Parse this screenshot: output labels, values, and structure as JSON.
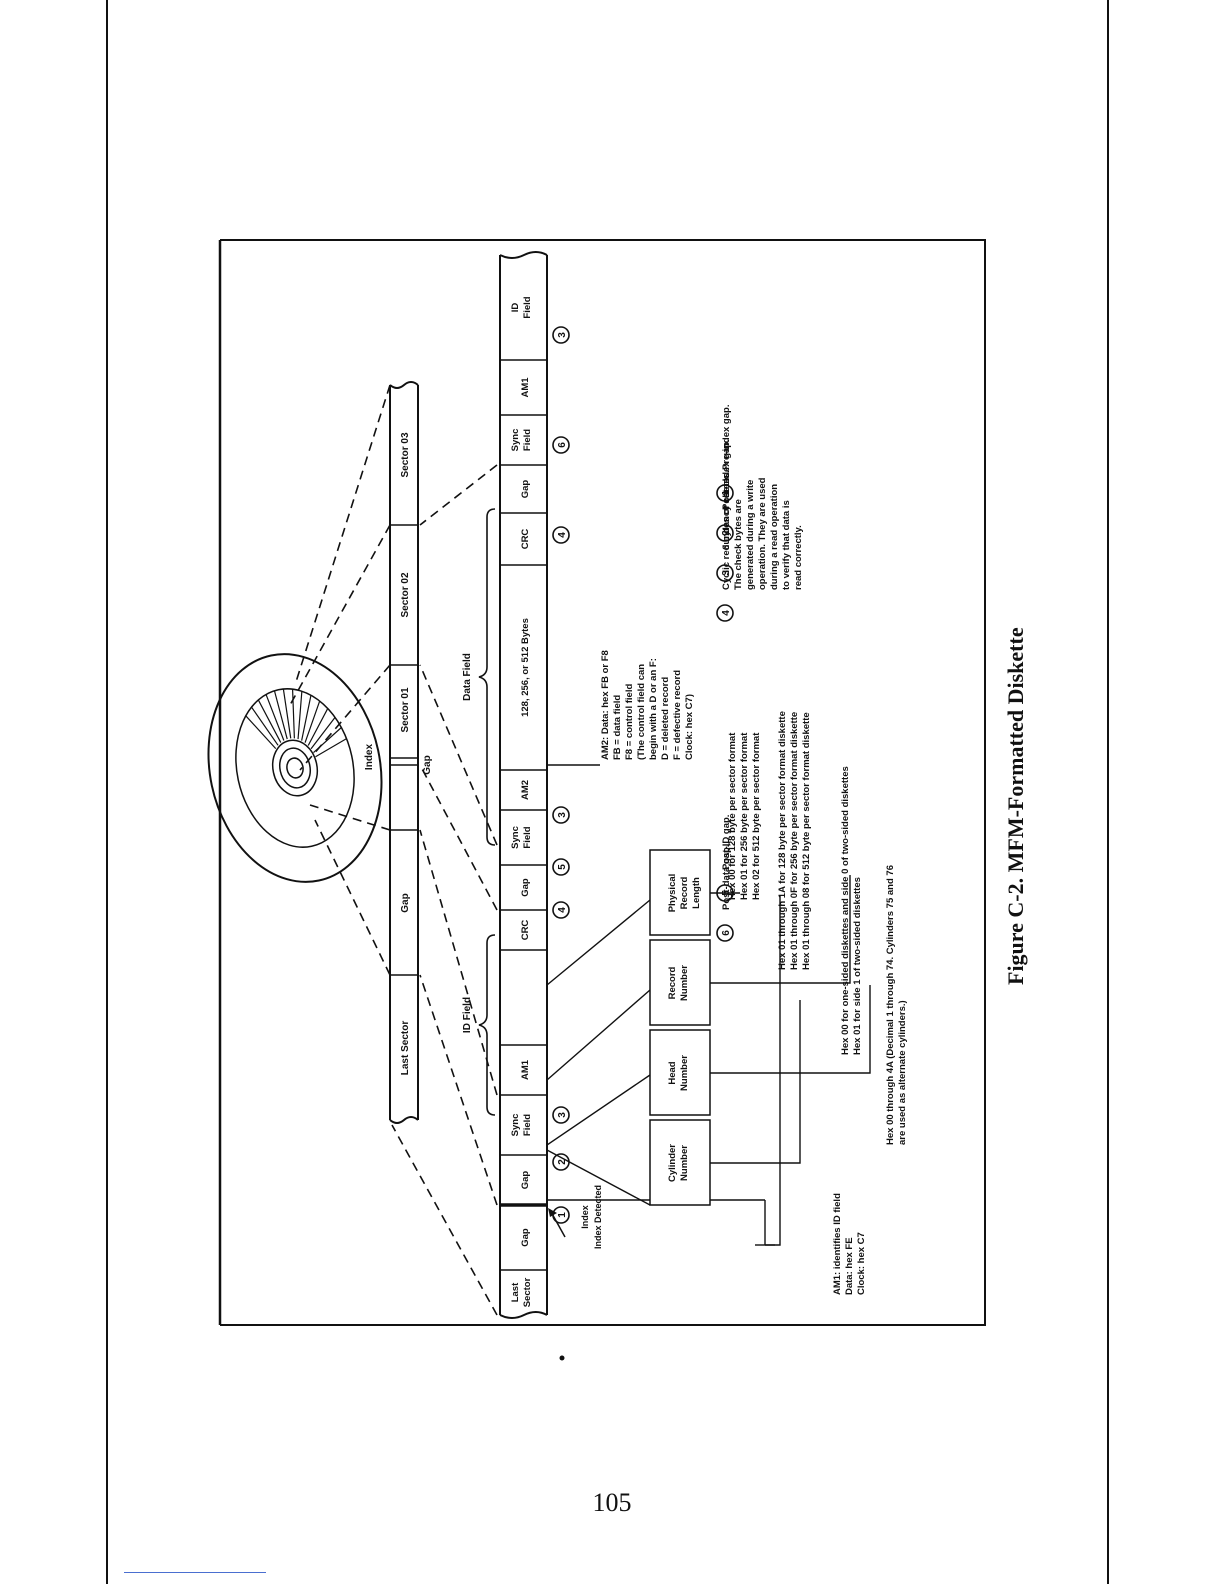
{
  "figure": {
    "caption": "Figure C-2.    MFM-Formatted Diskette"
  },
  "page_number": "105",
  "top_track": {
    "cells": [
      "Last Sector",
      "Gap",
      "Sector 01",
      "Sector 02",
      "Sector 03"
    ],
    "index_label": "Index",
    "gap_label": "Gap"
  },
  "main_track": {
    "cells": [
      "Last Sector",
      "Gap",
      "Gap",
      "Sync Field",
      "AM1",
      "",
      "CRC",
      "Gap",
      "Sync Field",
      "AM2",
      "128, 256, or 512 Bytes",
      "CRC",
      "Gap",
      "Sync Field",
      "AM1",
      "ID Field"
    ],
    "markers": [
      "1",
      "2",
      "3",
      "4",
      "5",
      "3",
      "4",
      "6",
      "3"
    ],
    "id_field_label": "ID Field",
    "data_field_label": "Data Field",
    "index_detected": "Index Detected"
  },
  "subfields": [
    "Cylinder Number",
    "Head Number",
    "Record Number",
    "Physical Record Length"
  ],
  "notes": {
    "am1": [
      "AM1: identifies ID field",
      "Data: hex FE",
      "Clock: hex C7"
    ],
    "cylinder": [
      "Hex 00 through 4A (Decimal 1 through 74. Cylinders 75 and 76",
      "are used as alternate cylinders.)"
    ],
    "head": [
      "Hex 00 for one-sided diskettes and side 0 of two-sided diskettes",
      "Hex 01 for side 1 of two-sided diskettes"
    ],
    "record": [
      "Hex 01 through 1A for 128 byte per sector format diskette",
      "Hex 01 through 0F for 256 byte per sector format diskette",
      "Hex 01 through 08 for 512 byte per sector format diskette"
    ],
    "length": [
      "Hex 00 for 128 byte per sector format",
      "Hex 01 for 256 byte per sector format",
      "Hex 02 for 512 byte per sector format"
    ],
    "am2": [
      "AM2: Data: hex FB or F8",
      "FB = data field",
      "F8 = control field",
      "(The control field can",
      "begin with a D or an F:",
      "D = deleted record",
      "F = defective record",
      "Clock: hex C7)"
    ]
  },
  "legend": [
    {
      "num": "1",
      "lines": [
        "Pre-index gap."
      ]
    },
    {
      "num": "2",
      "lines": [
        "Post-index gap."
      ]
    },
    {
      "num": "3",
      "lines": [
        "6 bytes of zeroes."
      ]
    },
    {
      "num": "4",
      "lines": [
        "Cyclic redundancy check.",
        "The check bytes are",
        "generated during a write",
        "operation. They are used",
        "during a read operation",
        "to verify that data is",
        "read correctly."
      ]
    },
    {
      "num": "5",
      "lines": [
        "Post-ID gap."
      ]
    },
    {
      "num": "6",
      "lines": [
        "Post-data gap."
      ]
    }
  ]
}
